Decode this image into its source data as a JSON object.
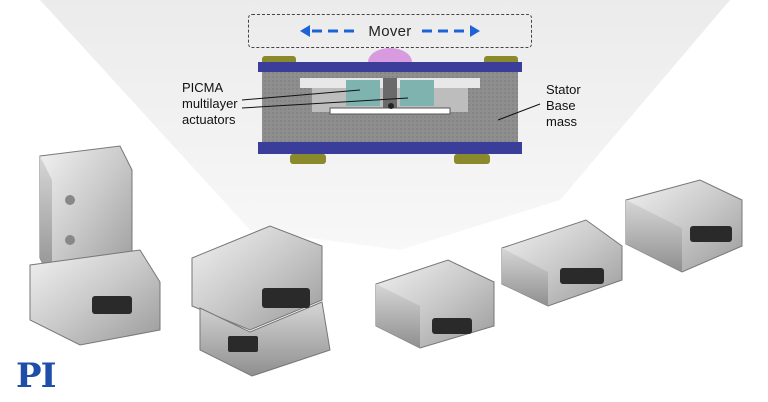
{
  "diagram": {
    "mover_label": "Mover",
    "left_label_lines": [
      "PICMA",
      "multilayer",
      "actuators"
    ],
    "right_label_lines": [
      "Stator",
      "Base",
      "mass"
    ]
  },
  "brand": {
    "logo_text": "PI"
  },
  "colors": {
    "arrow_blue": "#1e63d6",
    "frame_blue": "#3a3d9a",
    "body_gray": "#8c8c8c",
    "dark_gray": "#6a6a6a",
    "actuator_teal": "#7fb3b0",
    "foot_olive": "#8a8a2c",
    "ball_pink": "#d99be0",
    "logo_blue": "#1f4ea8"
  }
}
